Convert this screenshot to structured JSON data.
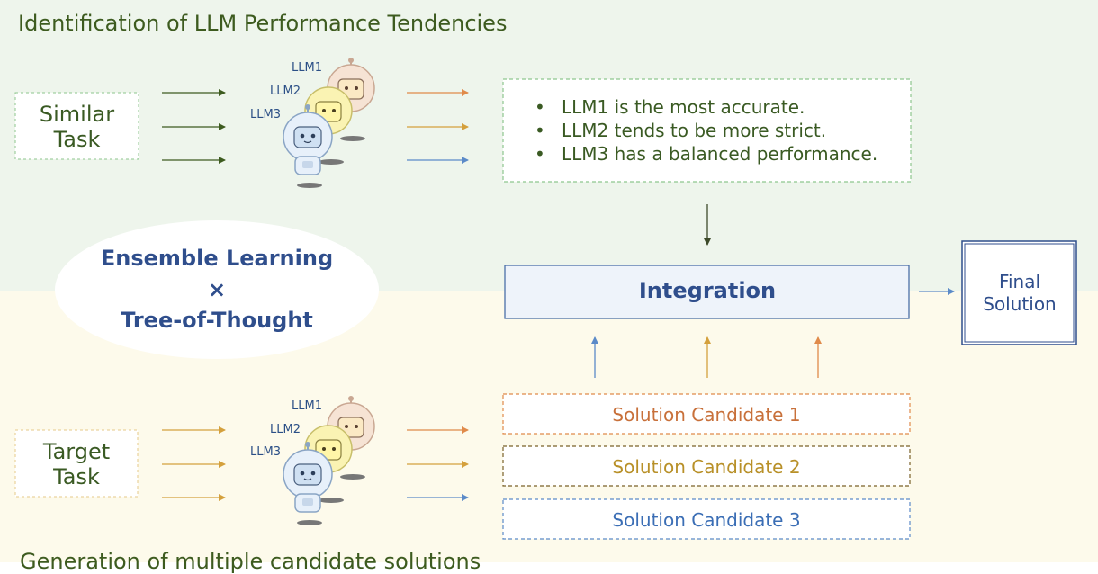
{
  "colors": {
    "top_bg": "#eef5ec",
    "bottom_bg": "#fdfaeb",
    "green_dark": "#3d5b1f",
    "green_border": "#8ec68e",
    "blue_text": "#2f4e8c",
    "blue_border": "#4a6fa8",
    "blue_arrow": "#5b8ac8",
    "orange_arrow": "#e08a4a",
    "gold_arrow": "#d4a03c",
    "candidate1": "#c8703a",
    "candidate2": "#b89028",
    "candidate3": "#3b6eb5"
  },
  "top_section": {
    "title": "Identification of LLM Performance Tendencies",
    "task_line1": "Similar",
    "task_line2": "Task",
    "llm_labels": [
      "LLM1",
      "LLM2",
      "LLM3"
    ],
    "tendencies": [
      "LLM1 is the most accurate.",
      "LLM2 tends to be more strict.",
      "LLM3 has a balanced performance."
    ],
    "bullet": "•"
  },
  "method": {
    "line1": "Ensemble Learning",
    "line2": "×",
    "line3": "Tree-of-Thought"
  },
  "integration_label": "Integration",
  "final": {
    "line1": "Final",
    "line2": "Solution"
  },
  "bottom_section": {
    "title": "Generation of multiple candidate solutions",
    "task_line1": "Target",
    "task_line2": "Task",
    "llm_labels": [
      "LLM1",
      "LLM2",
      "LLM3"
    ],
    "candidates": [
      "Solution Candidate 1",
      "Solution Candidate 2",
      "Solution Candidate 3"
    ]
  },
  "icons": {
    "robot_top": "robot-group-icon",
    "robot_bottom": "robot-group-icon"
  }
}
